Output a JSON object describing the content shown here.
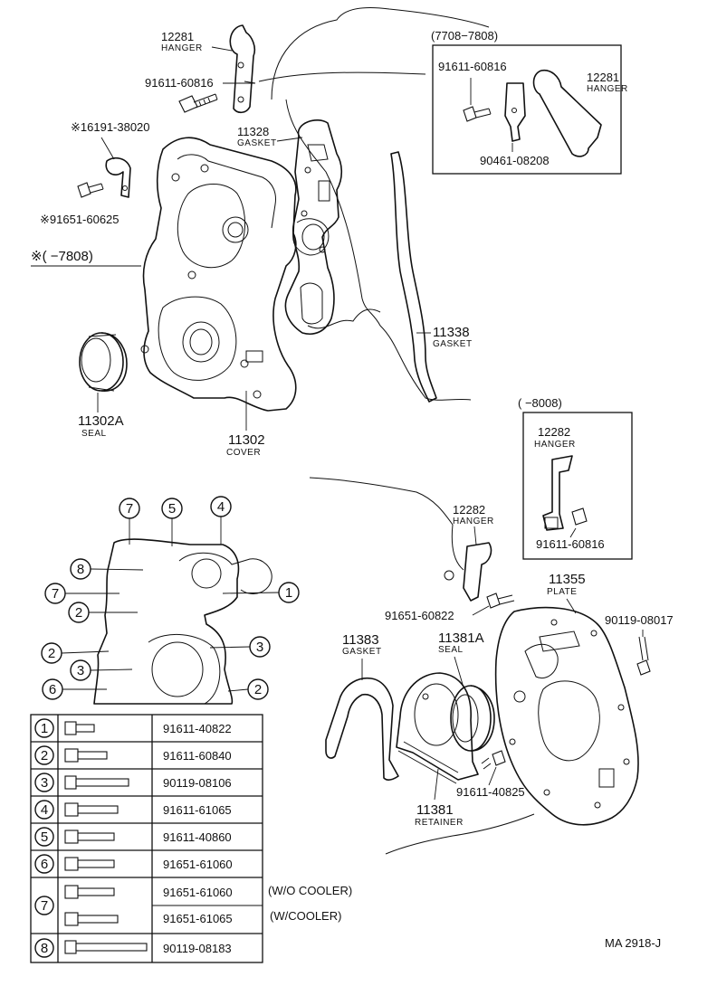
{
  "callouts": {
    "hanger_top_num": "12281",
    "hanger_top_name": "HANGER",
    "bolt_top_num": "91611-60816",
    "clamp_num": "※16191-38020",
    "bolt_clamp_num": "※91651-60625",
    "range_note": "※(      −7808)",
    "gasket_11328_num": "11328",
    "gasket_11328_name": "GASKET",
    "seal_11302a_num": "11302A",
    "seal_11302a_name": "SEAL",
    "cover_num": "11302",
    "cover_name": "COVER",
    "gasket_11338_num": "11338",
    "gasket_11338_name": "GASKET",
    "hanger_lower_num": "12282",
    "hanger_lower_name": "HANGER",
    "bolt_lower_num": "91651-60822",
    "plate_num": "11355",
    "plate_name": "PLATE",
    "bolt_plate_num": "90119-08017",
    "gasket_11383_num": "11383",
    "gasket_11383_name": "GASKET",
    "seal_11381a_num": "11381A",
    "seal_11381a_name": "SEAL",
    "retainer_num": "11381",
    "retainer_name": "RETAINER",
    "bolt_retainer_num": "91611-40825",
    "drawing_code": "MA 2918-J"
  },
  "inset_7708": {
    "range": "(7708−7808)",
    "bolt_num": "91611-60816",
    "hanger_num": "12281",
    "hanger_name": "HANGER",
    "bracket_num": "90461-08208"
  },
  "inset_8008": {
    "range": "(      −8008)",
    "hanger_num": "12282",
    "hanger_name": "HANGER",
    "bolt_num": "91611-60816"
  },
  "bolt_key": {
    "markers": [
      "7",
      "5",
      "4",
      "8",
      "7",
      "1",
      "2",
      "2",
      "3",
      "3",
      "6",
      "2"
    ]
  },
  "bolt_table": {
    "rows": [
      {
        "num": "1",
        "part": "91611-40822",
        "note": ""
      },
      {
        "num": "2",
        "part": "91611-60840",
        "note": ""
      },
      {
        "num": "3",
        "part": "90119-08106",
        "note": ""
      },
      {
        "num": "4",
        "part": "91611-61065",
        "note": ""
      },
      {
        "num": "5",
        "part": "91611-40860",
        "note": ""
      },
      {
        "num": "6",
        "part": "91651-61060",
        "note": ""
      },
      {
        "num": "7",
        "part": "91651-61060",
        "note": "(W/O COOLER)"
      },
      {
        "num": "",
        "part": "91651-61065",
        "note": "(W/COOLER)"
      },
      {
        "num": "8",
        "part": "90119-08183",
        "note": ""
      }
    ]
  }
}
